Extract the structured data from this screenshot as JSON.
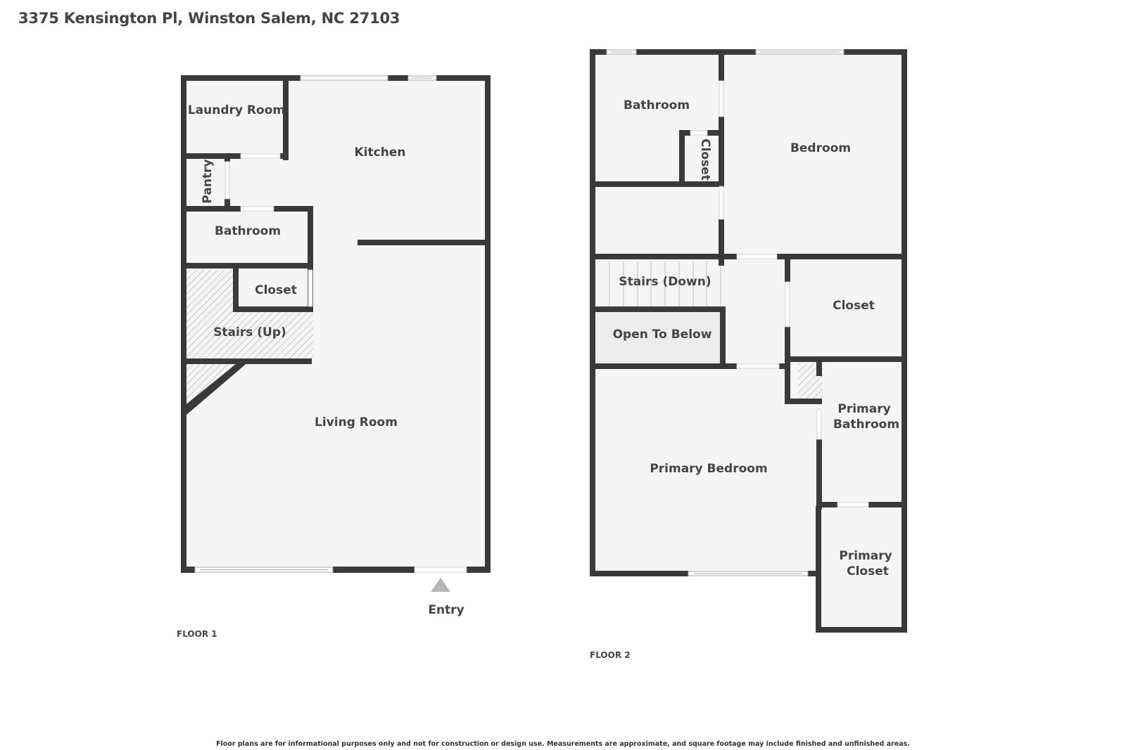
{
  "header": {
    "address": "3375 Kensington Pl, Winston Salem, NC 27103"
  },
  "floors": [
    {
      "label": "FLOOR 1",
      "rooms": {
        "laundry": "Laundry Room",
        "kitchen": "Kitchen",
        "pantry": "Pantry",
        "bathroom": "Bathroom",
        "closet": "Closet",
        "stairs": "Stairs (Up)",
        "living": "Living Room"
      },
      "entry": "Entry"
    },
    {
      "label": "FLOOR 2",
      "rooms": {
        "bathroom": "Bathroom",
        "closet_small": "Closet",
        "bedroom": "Bedroom",
        "stairs": "Stairs (Down)",
        "open_below": "Open To Below",
        "closet": "Closet",
        "primary_bathroom_l1": "Primary",
        "primary_bathroom_l2": "Bathroom",
        "primary_bedroom": "Primary Bedroom",
        "primary_closet_l1": "Primary",
        "primary_closet_l2": "Closet"
      }
    }
  ],
  "colors": {
    "wall": "#3a3a3a",
    "floor": "#f5f5f5",
    "open_below": "#ececec",
    "entry_arrow": "#b5b5b5"
  },
  "footer": {
    "disclaimer": "Floor plans are for informational purposes only and not for construction or design use. Measurements are approximate, and square footage may include finished and unfinished areas."
  }
}
